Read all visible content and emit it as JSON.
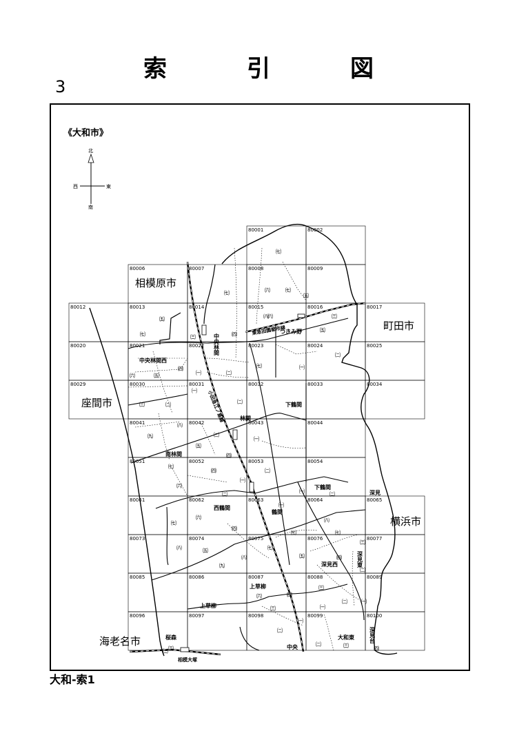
{
  "title_chars": [
    "索",
    "引",
    "図"
  ],
  "page_number": "3",
  "region_label": "《大和市》",
  "compass": {
    "north": "北",
    "south": "南",
    "east": "東",
    "west": "西"
  },
  "footer": "大和-索1",
  "neighbor_cities": {
    "sagamihara": "相模原市",
    "machida": "町田市",
    "zama": "座間市",
    "yokohama": "横浜市",
    "ebina": "海老名市"
  },
  "cells": [
    {
      "id": "80001"
    },
    {
      "id": "80002"
    },
    {
      "id": "80006"
    },
    {
      "id": "80007"
    },
    {
      "id": "80008"
    },
    {
      "id": "80009"
    },
    {
      "id": "80012"
    },
    {
      "id": "80013"
    },
    {
      "id": "80014"
    },
    {
      "id": "80015"
    },
    {
      "id": "80016"
    },
    {
      "id": "80017"
    },
    {
      "id": "80020"
    },
    {
      "id": "80021"
    },
    {
      "id": "80022"
    },
    {
      "id": "80023"
    },
    {
      "id": "80024"
    },
    {
      "id": "80025"
    },
    {
      "id": "80029"
    },
    {
      "id": "80030"
    },
    {
      "id": "80031"
    },
    {
      "id": "80032"
    },
    {
      "id": "80033"
    },
    {
      "id": "80034"
    },
    {
      "id": "80041"
    },
    {
      "id": "80042"
    },
    {
      "id": "80043"
    },
    {
      "id": "80044"
    },
    {
      "id": "80051"
    },
    {
      "id": "80052"
    },
    {
      "id": "80053"
    },
    {
      "id": "80054"
    },
    {
      "id": "80061"
    },
    {
      "id": "80062"
    },
    {
      "id": "80063"
    },
    {
      "id": "80064"
    },
    {
      "id": "80065"
    },
    {
      "id": "80073"
    },
    {
      "id": "80074"
    },
    {
      "id": "80075"
    },
    {
      "id": "80076"
    },
    {
      "id": "80077"
    },
    {
      "id": "80085"
    },
    {
      "id": "80086"
    },
    {
      "id": "80087"
    },
    {
      "id": "80088"
    },
    {
      "id": "80089"
    },
    {
      "id": "80096"
    },
    {
      "id": "80097"
    },
    {
      "id": "80098"
    },
    {
      "id": "80099"
    },
    {
      "id": "80100"
    }
  ],
  "areas": {
    "chuo_rinkan": "中央林間",
    "chuo_rinkan_nishi": "中央林間西",
    "tsukimino": "つきみ野",
    "shimotsuruma": "下鶴間",
    "minami_rinkan": "南林間",
    "rinkan": "林間",
    "tsuruma": "鶴間",
    "nishi_tsuruma": "西鶴間",
    "fukami": "深見",
    "fukami_nishi": "深見西",
    "fukami_higashi": "深見東",
    "fukami_dai": "深見台",
    "kamisowayagi": "上草柳",
    "sakuramori": "桜森",
    "chuo": "中央",
    "yamato_higashi": "大和東"
  },
  "railways": {
    "denentoshi": "東急田園都市線",
    "odakyu": "小田急江ノ島線",
    "sotetsu": "相模大塚"
  },
  "stations": {
    "chuo_rinkan": "中央林間",
    "tsukimino": "つきみ野",
    "minami_rinkan": "南林間",
    "tsuruma": "鶴間"
  },
  "districts": [
    "㈠",
    "㈡",
    "㈢",
    "㈣",
    "㈤",
    "㈥",
    "㈦",
    "㈧",
    "㈨"
  ]
}
